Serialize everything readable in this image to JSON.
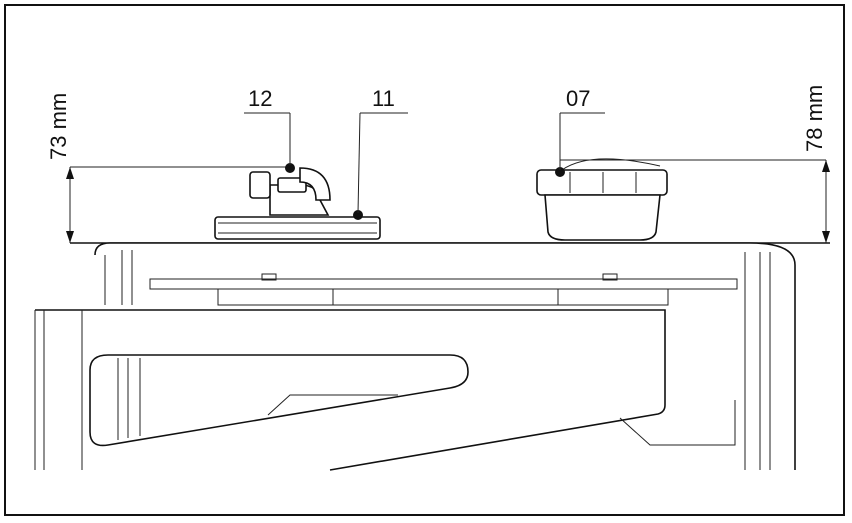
{
  "callouts": {
    "left_12": "12",
    "left_11": "11",
    "right_07": "07"
  },
  "dimensions": {
    "left_height": "73 mm",
    "right_height": "78 mm"
  }
}
